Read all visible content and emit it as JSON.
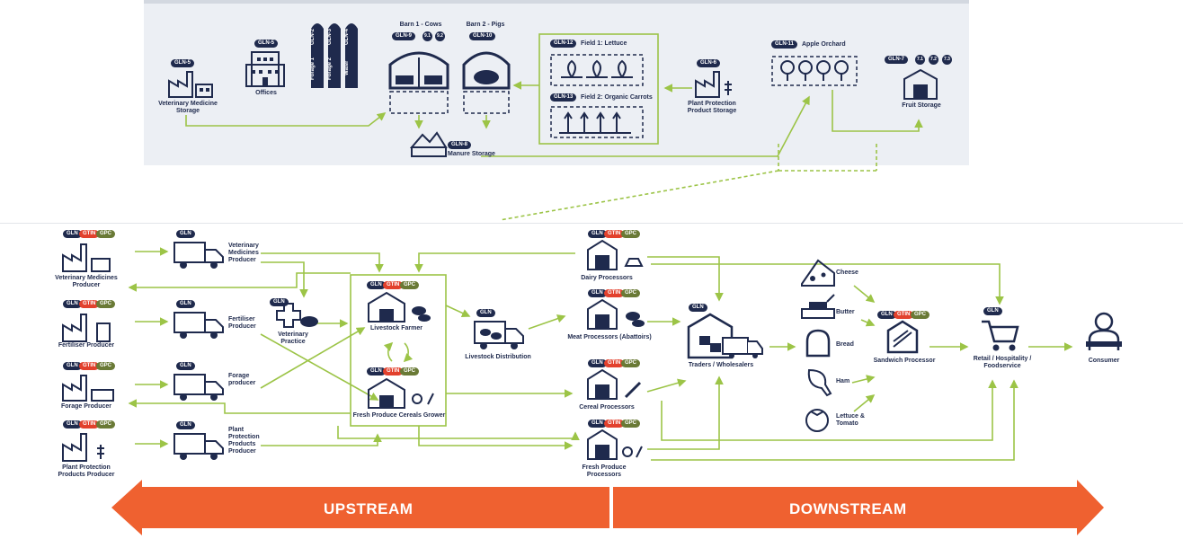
{
  "farm": {
    "vet_storage": {
      "gln": "GLN-5",
      "label": "Veterinary Medicine\nStorage"
    },
    "offices": {
      "gln": "GLN-5",
      "label": "Offices"
    },
    "silos": [
      {
        "gln": "GLN-2",
        "label": "Forage 1"
      },
      {
        "gln": "GLN-3",
        "label": "Forage 2"
      },
      {
        "gln": "GLN-4",
        "label": "Water"
      }
    ],
    "barn1": {
      "title": "Barn 1 - Cows",
      "gln": "GLN-9",
      "sub1": "9.1",
      "sub2": "9.2"
    },
    "barn2": {
      "title": "Barn 2 - Pigs",
      "gln": "GLN-10"
    },
    "manure": {
      "gln": "GLN-8",
      "label": "Manure Storage"
    },
    "field1": {
      "gln": "GLN-12",
      "label": "Field 1: Lettuce"
    },
    "field2": {
      "gln": "GLN-13",
      "label": "Field 2: Organic Carrots"
    },
    "plant_storage": {
      "gln": "GLN-6",
      "label": "Plant Protection\nProduct Storage"
    },
    "orchard": {
      "gln": "GLN-11",
      "label": "Apple Orchard"
    },
    "fruit": {
      "gln": "GLN-7",
      "sub": [
        "7.1",
        "7.2",
        "7.3"
      ],
      "label": "Fruit Storage"
    }
  },
  "chips": {
    "gln": "GLN",
    "gtin": "GTIN",
    "gpc": "GPC"
  },
  "nodes": {
    "vet_producer": "Veterinary Medicines\nProducer",
    "vet_med_producer": "Veterinary\nMedicines\nProducer",
    "fert_producer": "Fertiliser Producer",
    "fertiliser_producer": "Fertiliser\nProducer",
    "vet_practice": "Veterinary\nPractice",
    "forage_producer": "Forage Producer",
    "forage_producer2": "Forage\nproducer",
    "plant_producer": "Plant Protection\nProducts Producer",
    "plant_producer2": "Plant\nProtection\nProducts\nProducer",
    "livestock_farmer": "Livestock Farmer",
    "fresh_grower": "Fresh Produce Cereals Grower",
    "livestock_dist": "Livestock Distribution",
    "dairy": "Dairy Processors",
    "meat": "Meat Processors (Abattoirs)",
    "cereal": "Cereal Processors",
    "fresh_proc": "Fresh Produce\nProcessors",
    "traders": "Traders / Wholesalers",
    "cheese": "Cheese",
    "butter": "Butter",
    "bread": "Bread",
    "ham": "Ham",
    "lettuce": "Lettuce &\nTomato",
    "sandwich": "Sandwich Processor",
    "retail": "Retail / Hospitality /\nFoodservice",
    "consumer": "Consumer"
  },
  "bands": {
    "upstream": "UPSTREAM",
    "downstream": "DOWNSTREAM"
  },
  "colors": {
    "navy": "#1f2a4d",
    "lime": "#9cc447",
    "orange": "#ef6130",
    "red": "#e2412d",
    "olive": "#6a7a36",
    "panel": "#eceff4"
  }
}
